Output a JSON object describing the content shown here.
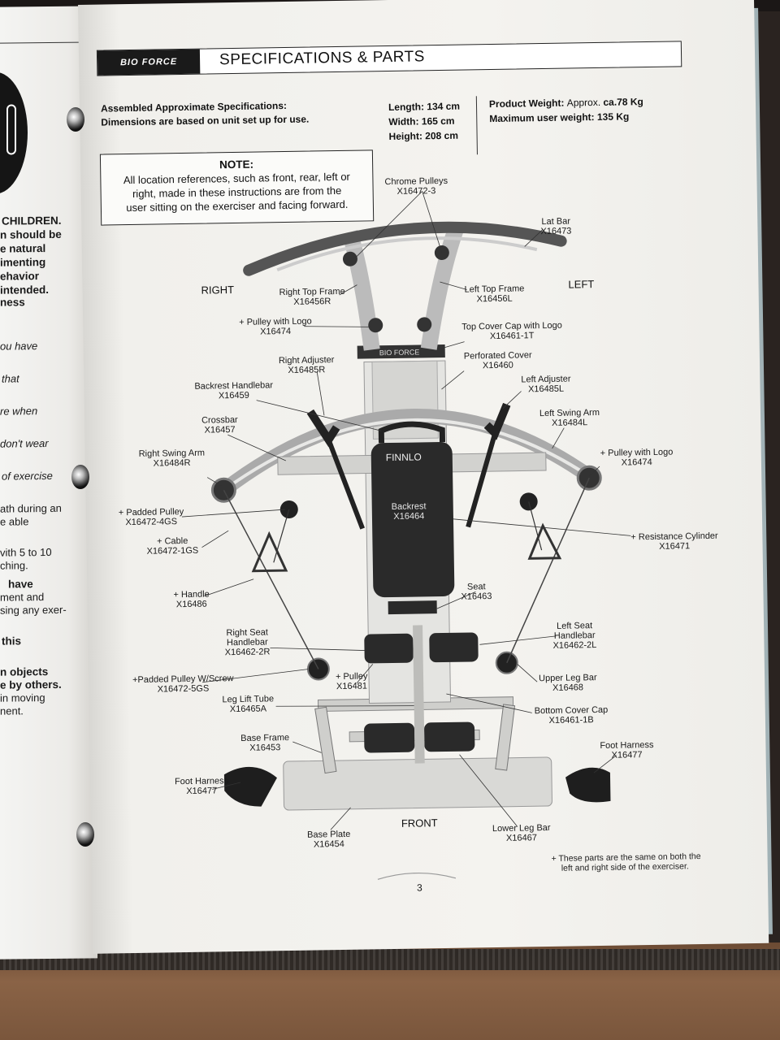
{
  "header": {
    "brand": "BIO FORCE",
    "title": "SPECIFICATIONS & PARTS"
  },
  "specs": {
    "assembled_label": "Assembled Approximate Specifications:",
    "dimensions_note": "Dimensions are based on unit set up for use.",
    "length": "Length: 134 cm",
    "width": "Width: 165 cm",
    "height": "Height: 208 cm",
    "weight_label": "Product Weight:",
    "weight_approx": "Approx.",
    "weight_value": "ca.78 Kg",
    "max_user": "Maximum user weight:  135 Kg"
  },
  "note": {
    "heading": "NOTE:",
    "line1": "All location references, such as front, rear, left or",
    "line2": "right, made in these instructions are from the",
    "line3": "user sitting on the exerciser and facing forward."
  },
  "orientation": {
    "right": "RIGHT",
    "left": "LEFT",
    "front": "FRONT"
  },
  "parts": [
    {
      "name": "Chrome Pulleys",
      "code": "X16472-3"
    },
    {
      "name": "Lat Bar",
      "code": "X16473"
    },
    {
      "name": "Right Top Frame",
      "code": "X16456R"
    },
    {
      "name": "Left Top Frame",
      "code": "X16456L"
    },
    {
      "name": "+ Pulley with Logo",
      "code": "X16474"
    },
    {
      "name": "Top Cover Cap with Logo",
      "code": "X16461-1T"
    },
    {
      "name": "Right Adjuster",
      "code": "X16485R"
    },
    {
      "name": "Perforated Cover",
      "code": "X16460"
    },
    {
      "name": "Backrest Handlebar",
      "code": "X16459"
    },
    {
      "name": "Left Adjuster",
      "code": "X16485L"
    },
    {
      "name": "Crossbar",
      "code": "X16457"
    },
    {
      "name": "Left Swing Arm",
      "code": "X16484L"
    },
    {
      "name": "Right Swing Arm",
      "code": "X16484R"
    },
    {
      "name": "+ Pulley with Logo",
      "code": "X16474"
    },
    {
      "name": "+ Padded Pulley",
      "code": "X16472-4GS"
    },
    {
      "name": "Backrest",
      "code": "X16464"
    },
    {
      "name": "+ Cable",
      "code": "X16472-1GS"
    },
    {
      "name": "+ Resistance Cylinder",
      "code": "X16471"
    },
    {
      "name": "+ Handle",
      "code": "X16486"
    },
    {
      "name": "Seat",
      "code": "X16463"
    },
    {
      "name": "Right Seat Handlebar",
      "code": "X16462-2R"
    },
    {
      "name": "Left Seat Handlebar",
      "code": "X16462-2L"
    },
    {
      "name": "+Padded Pulley W/Screw",
      "code": "X16472-5GS"
    },
    {
      "name": "+ Pulley",
      "code": "X16481"
    },
    {
      "name": "Upper Leg Bar",
      "code": "X16468"
    },
    {
      "name": "Leg Lift Tube",
      "code": "X16465A"
    },
    {
      "name": "Bottom Cover Cap",
      "code": "X16461-1B"
    },
    {
      "name": "Base Frame",
      "code": "X16453"
    },
    {
      "name": "Foot Harness",
      "code": "X16477"
    },
    {
      "name": "Foot Harness",
      "code": "X16477"
    },
    {
      "name": "Base Plate",
      "code": "X16454"
    },
    {
      "name": "Lower Leg Bar",
      "code": "X16467"
    }
  ],
  "logo_text": "BIO FORCE",
  "backrest_logo": "FINNLO",
  "footnote": {
    "line1": "+  These parts are the same on both the",
    "line2": "left and right side of the exerciser."
  },
  "page_number": "3",
  "left_page": {
    "lines": [
      "CHILDREN.",
      "n should be",
      "e natural",
      "imenting",
      "ehavior",
      "intended.",
      "ness",
      "ou have",
      "that",
      "re when",
      "don't wear",
      "of exercise",
      "ath during an",
      "e able",
      "vith 5 to 10",
      "ching.",
      "have",
      "ment and",
      "sing any exer-",
      "this",
      "n objects",
      "e by others.",
      "in moving",
      "nent."
    ]
  }
}
